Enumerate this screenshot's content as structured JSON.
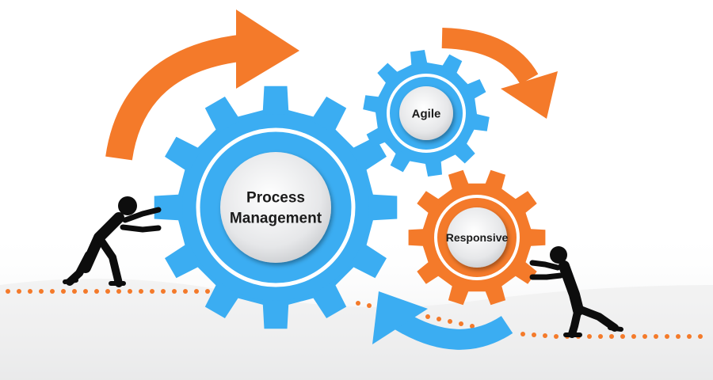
{
  "gears": [
    {
      "id": "process",
      "lines": [
        "Process",
        "Management"
      ],
      "color": "#3badf2"
    },
    {
      "id": "agile",
      "lines": [
        "Agile"
      ],
      "color": "#3badf2"
    },
    {
      "id": "responsive",
      "lines": [
        "Responsive"
      ],
      "color": "#f47a2a"
    }
  ],
  "colors": {
    "blue": "#3badf2",
    "orange": "#f47a2a",
    "hub_fill": "#e9eaec",
    "text": "#1b1b1b",
    "figure": "#0d0d0d"
  }
}
